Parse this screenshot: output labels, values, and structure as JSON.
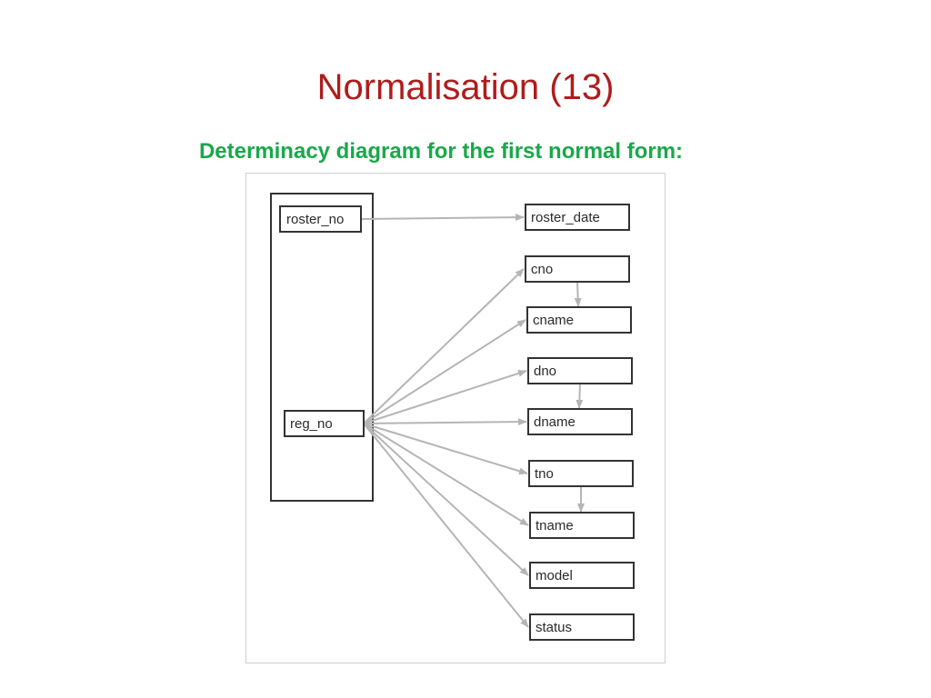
{
  "slide": {
    "title": "Normalisation (13)",
    "subtitle": "Determinacy diagram for the first normal form:"
  },
  "diagram": {
    "key_attributes": [
      "roster_no",
      "reg_no"
    ],
    "attributes": [
      "roster_date",
      "cno",
      "cname",
      "dno",
      "dname",
      "tno",
      "tname",
      "model",
      "status"
    ],
    "dependencies": [
      {
        "from": "roster_no",
        "to": "roster_date"
      },
      {
        "from": "reg_no",
        "to": "cno"
      },
      {
        "from": "reg_no",
        "to": "cname"
      },
      {
        "from": "reg_no",
        "to": "dno"
      },
      {
        "from": "reg_no",
        "to": "dname"
      },
      {
        "from": "reg_no",
        "to": "tno"
      },
      {
        "from": "reg_no",
        "to": "tname"
      },
      {
        "from": "reg_no",
        "to": "model"
      },
      {
        "from": "reg_no",
        "to": "status"
      },
      {
        "from": "cno",
        "to": "cname"
      },
      {
        "from": "dno",
        "to": "dname"
      },
      {
        "from": "tno",
        "to": "tname"
      }
    ],
    "colors": {
      "box_border": "#333333",
      "arrow": "#b5b5b5"
    }
  }
}
